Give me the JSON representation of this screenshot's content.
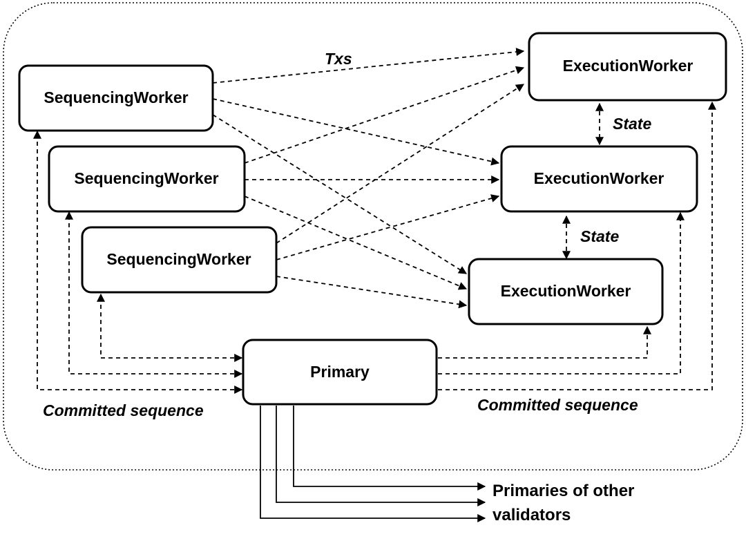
{
  "nodes": {
    "seq1": "SequencingWorker",
    "seq2": "SequencingWorker",
    "seq3": "SequencingWorker",
    "exec1": "ExecutionWorker",
    "exec2": "ExecutionWorker",
    "exec3": "ExecutionWorker",
    "primary": "Primary"
  },
  "labels": {
    "txs": "Txs",
    "state_top": "State",
    "state_bottom": "State",
    "committed_left": "Committed sequence",
    "committed_right": "Committed sequence",
    "primaries_line1": "Primaries of other",
    "primaries_line2": "validators"
  }
}
